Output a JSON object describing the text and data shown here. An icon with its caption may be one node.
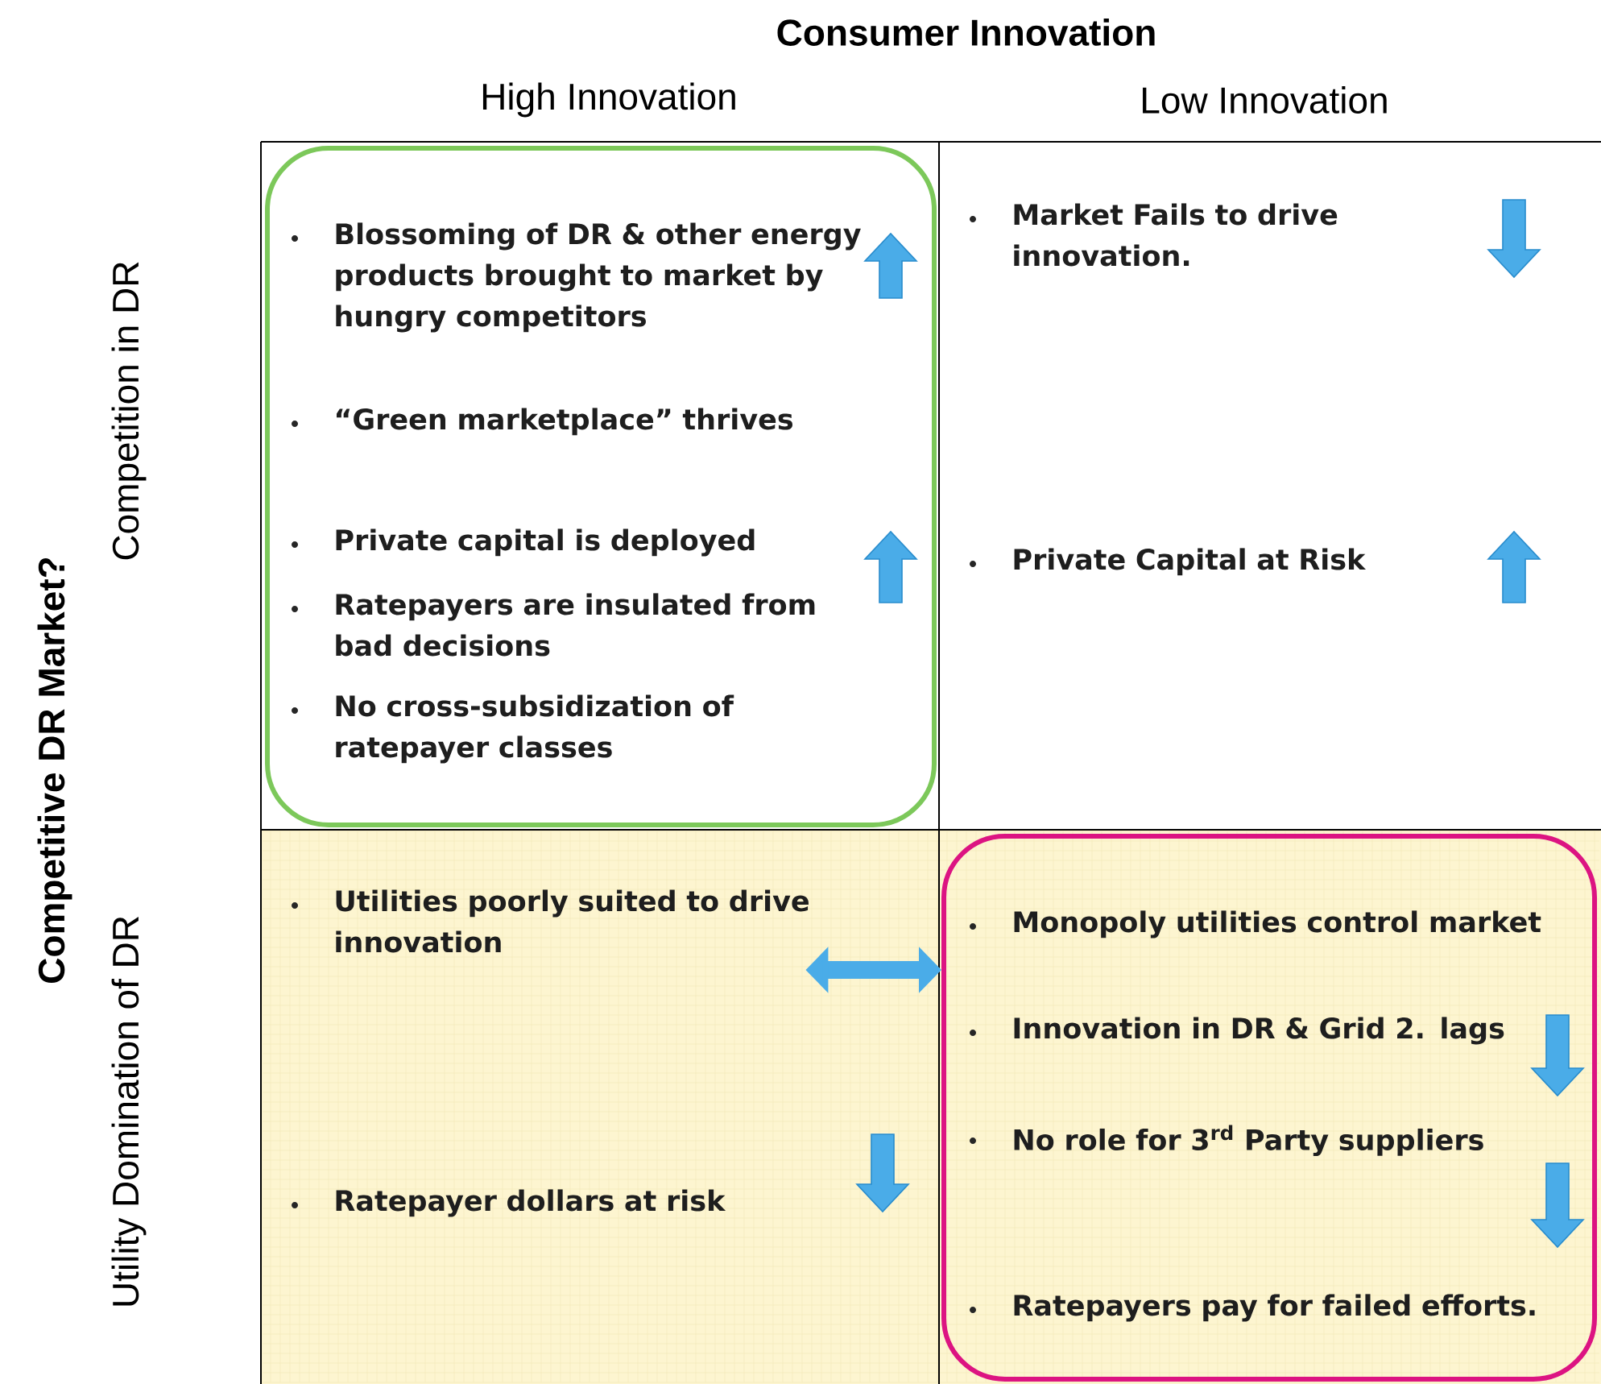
{
  "diagram": {
    "nodes": [
      {
        "text": [
          "Blossoming of DR & other energy products brought to market by hungry competitors",
          "“Green marketplace” thrives",
          "Private capital is deployed",
          "Ratepayers are insulated from bad decisions",
          "No cross-subsidization of ratepayer classes"
        ]
      },
      {
        "text": [
          "Market Fails to drive innovation.",
          "Private Capital at Risk"
        ]
      },
      {
        "text": [
          "Utilities poorly suited to drive innovation",
          "Ratepayer dollars at risk"
        ]
      },
      {
        "text": [
          "Monopoly utilities control market",
          "Innovation in DR & Grid 2. lags",
          "No role for 3$^{rd}$ Party suppliers",
          "Ratepayers pay for failed efforts."
        ]
      }
    ],
    "edges": [
      {
        "from": 2,
        "to": 3,
        "arrow": "both"
      }
    ],
    "labels": [
      "Consumer Innovation",
      "High Innovation",
      "Low Innovation",
      "Competitive DR Market?",
      "Competition in DR",
      "Utility Domination of DR"
    ]
  }
}
